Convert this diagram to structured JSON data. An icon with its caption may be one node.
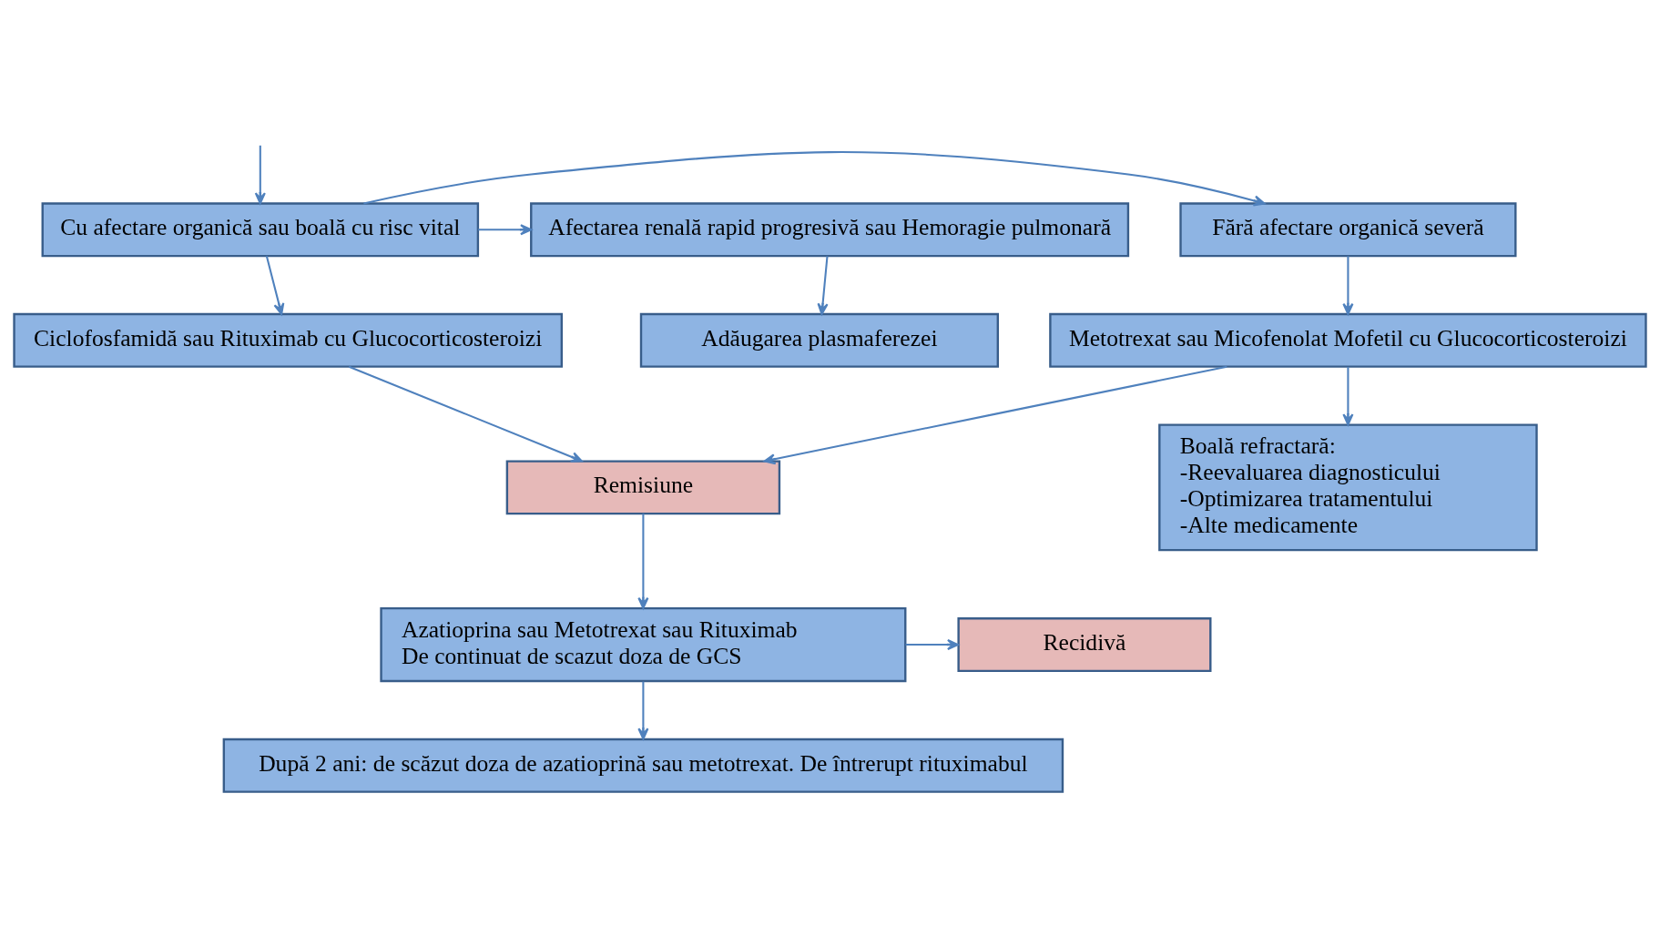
{
  "diagram": {
    "nodes": [
      {
        "text": [
          "Fără afectare organică severă"
        ]
      },
      {
        "text": [
          "Cu afectare organică sau boală cu risc vital"
        ]
      },
      {
        "text": [
          "Afectarea renală rapid progresivă sau Hemoragie pulmonară"
        ]
      },
      {
        "text": [
          "Metotrexat sau Micofenolat Mofetil cu Glucocorticosteroizi"
        ]
      },
      {
        "text": [
          "Ciclofosfamidă sau Rituximab cu Glucocorticosteroizi"
        ]
      },
      {
        "text": [
          "Adăugarea plasmaferezei"
        ]
      },
      {
        "text": [
          "Boală refractară:",
          "-Reevaluarea diagnosticului",
          "-Optimizarea tratamentului",
          "-Alte medicamente"
        ]
      },
      {
        "text": [
          "Remisiune"
        ]
      },
      {
        "text": [
          "Azatioprina sau Metotrexat sau Rituximab",
          "De continuat de scazut doza de GCS"
        ]
      },
      {
        "text": [
          "Recidivă"
        ]
      },
      {
        "text": [
          "După 2 ani: de scăzut doza de azatioprină sau metotrexat. De întrerupt rituximabul"
        ]
      }
    ],
    "edges": [
      {
        "from": null,
        "to": 1,
        "arrow": "to"
      },
      {
        "from": 1,
        "to": 0,
        "arrow": "to"
      },
      {
        "from": 1,
        "to": 2,
        "arrow": "to"
      },
      {
        "from": 1,
        "to": 4,
        "arrow": "to"
      },
      {
        "from": 0,
        "to": 3,
        "arrow": "to"
      },
      {
        "from": 2,
        "to": 5,
        "arrow": "to"
      },
      {
        "from": 3,
        "to": 6,
        "arrow": "to"
      },
      {
        "from": 3,
        "to": 7,
        "arrow": "to"
      },
      {
        "from": 4,
        "to": 7,
        "arrow": "to"
      },
      {
        "from": 7,
        "to": 8,
        "arrow": "to"
      },
      {
        "from": 8,
        "to": 9,
        "arrow": "to"
      },
      {
        "from": 8,
        "to": 10,
        "arrow": "to"
      }
    ]
  }
}
